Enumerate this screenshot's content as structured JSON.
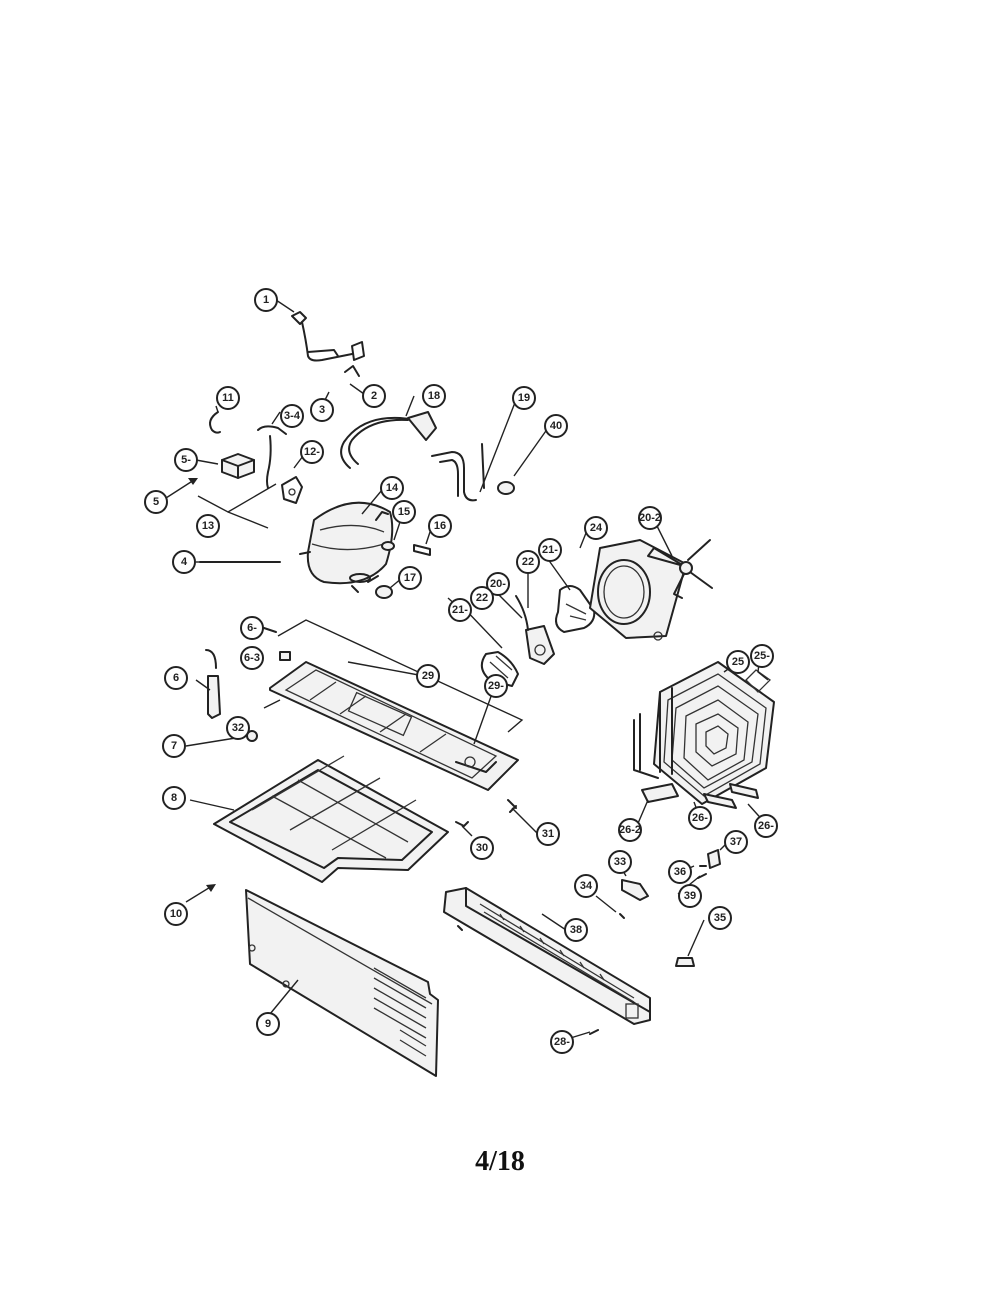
{
  "page": {
    "number": "4/18"
  },
  "callouts": {
    "c1": "1",
    "c2": "2",
    "c3": "3",
    "c3a": "3-4",
    "c4": "4",
    "c5": "5",
    "c5a": "5-",
    "c6": "6",
    "c6a": "6-3",
    "c6b": "6-",
    "c7": "7",
    "c8": "8",
    "c9": "9",
    "c10": "10",
    "c11": "11",
    "c12": "12-",
    "c13": "13",
    "c14": "14",
    "c15": "15",
    "c16": "16",
    "c17": "17",
    "c18": "18",
    "c19": "19",
    "c40": "40",
    "c20a": "20-2",
    "c20b": "20-",
    "c21a": "21-",
    "c21b": "21-",
    "c22a": "22",
    "c22b": "22",
    "c24": "24",
    "c25": "25",
    "c25a": "25-",
    "c26a": "26-",
    "c26b": "26-",
    "c26c": "26-2",
    "c28": "28-",
    "c29": "29",
    "c29a": "29-",
    "c30": "30",
    "c31": "31",
    "c32": "32",
    "c33": "33",
    "c34": "34",
    "c35": "35",
    "c36": "36",
    "c37": "37",
    "c38": "38",
    "c39": "39"
  }
}
